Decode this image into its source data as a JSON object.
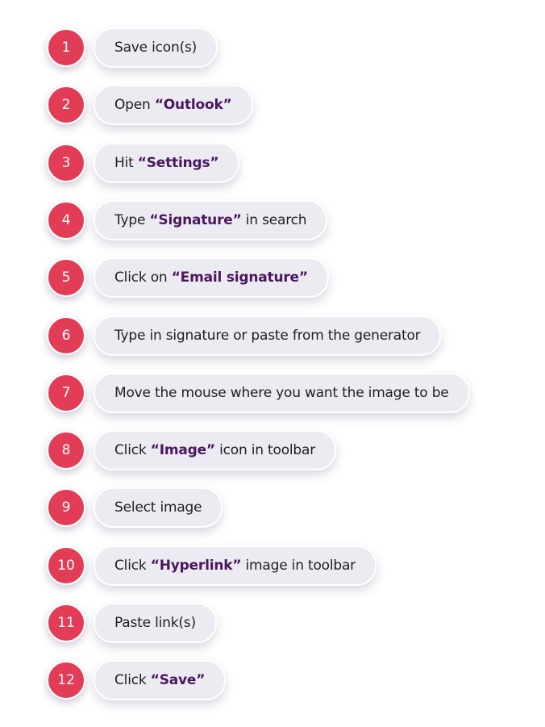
{
  "steps": [
    {
      "number": "1",
      "text": "Save icon(s)",
      "highlight": "",
      "suffix": ""
    },
    {
      "number": "2",
      "text": "Open ",
      "highlight": "“Outlook”",
      "suffix": ""
    },
    {
      "number": "3",
      "text": "Hit ",
      "highlight": "“Settings”",
      "suffix": ""
    },
    {
      "number": "4",
      "text": "Type ",
      "highlight": "“Signature”",
      "suffix": " in search"
    },
    {
      "number": "5",
      "text": "Click on ",
      "highlight": "“Email signature”",
      "suffix": ""
    },
    {
      "number": "6",
      "text": "Type in signature or paste from the generator",
      "highlight": "",
      "suffix": ""
    },
    {
      "number": "7",
      "text": "Move the mouse where you want the image to be",
      "highlight": "",
      "suffix": ""
    },
    {
      "number": "8",
      "text": "Click ",
      "highlight": "“Image”",
      "suffix": " icon in toolbar"
    },
    {
      "number": "9",
      "text": "Select image",
      "highlight": "",
      "suffix": ""
    },
    {
      "number": "10",
      "text": "Click ",
      "highlight": "“Hyperlink”",
      "suffix": " image in toolbar"
    },
    {
      "number": "11",
      "text": "Paste link(s)",
      "highlight": "",
      "suffix": ""
    },
    {
      "number": "12",
      "text": "Click ",
      "highlight": "“Save”",
      "suffix": ""
    }
  ],
  "colors": {
    "badge": "#e23c56",
    "pill": "#ebebf1",
    "highlight": "#4a165e"
  }
}
